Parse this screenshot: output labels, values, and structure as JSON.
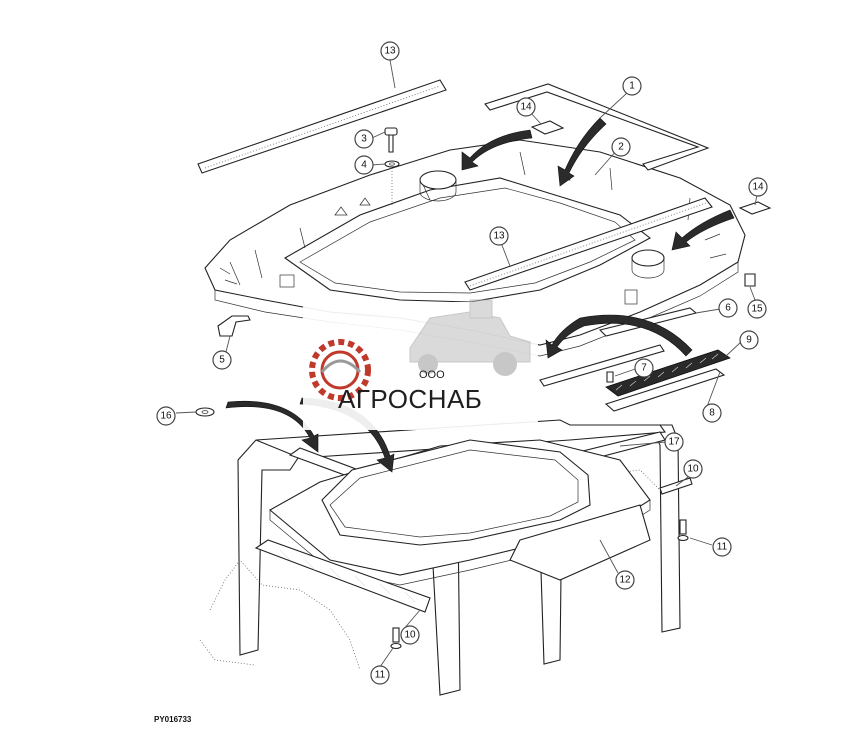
{
  "figure_id": "PY016733",
  "watermark": {
    "company_prefix": "ООО",
    "company_name": "АГРОСНАБ"
  },
  "callouts": [
    {
      "id": "c1",
      "label": "1"
    },
    {
      "id": "c2",
      "label": "2"
    },
    {
      "id": "c3",
      "label": "3"
    },
    {
      "id": "c4",
      "label": "4"
    },
    {
      "id": "c5",
      "label": "5"
    },
    {
      "id": "c6",
      "label": "6"
    },
    {
      "id": "c7",
      "label": "7"
    },
    {
      "id": "c8",
      "label": "8"
    },
    {
      "id": "c9",
      "label": "9"
    },
    {
      "id": "c10a",
      "label": "10"
    },
    {
      "id": "c10b",
      "label": "10"
    },
    {
      "id": "c11a",
      "label": "11"
    },
    {
      "id": "c11b",
      "label": "11"
    },
    {
      "id": "c12",
      "label": "12"
    },
    {
      "id": "c13a",
      "label": "13"
    },
    {
      "id": "c13b",
      "label": "13"
    },
    {
      "id": "c14a",
      "label": "14"
    },
    {
      "id": "c14b",
      "label": "14"
    },
    {
      "id": "c15",
      "label": "15"
    },
    {
      "id": "c16",
      "label": "16"
    },
    {
      "id": "c17",
      "label": "17"
    }
  ],
  "colors": {
    "line": "#222222",
    "watermark_red": "#c0392b",
    "watermark_grey": "#9a9a9a"
  }
}
